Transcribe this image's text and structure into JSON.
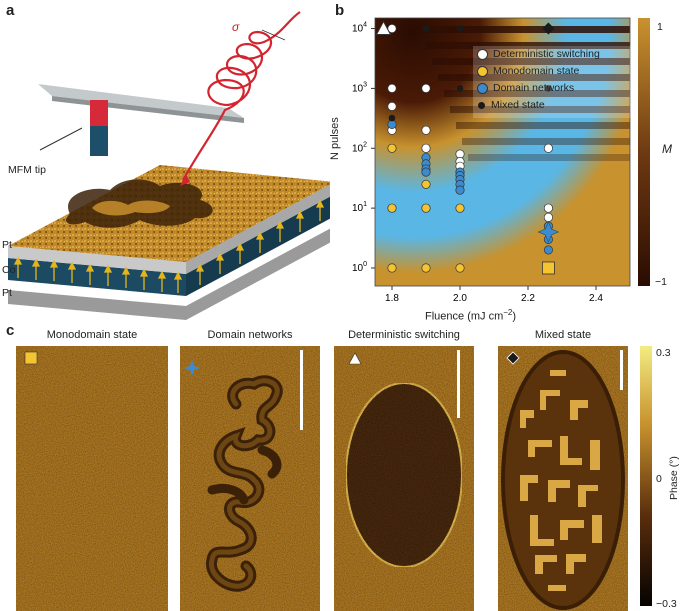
{
  "panels": {
    "a": {
      "label": "a",
      "sigma": "σ",
      "tip_label": "MFM tip",
      "layers": [
        "Pt",
        "Co",
        "Pt"
      ]
    },
    "b": {
      "label": "b",
      "xlabel": "Fluence (mJ cm",
      "xlabel_sup": "−2",
      "xlabel_end": ")",
      "ylabel": "N pulses",
      "colorbar_label": "M",
      "colorbar_ticks": [
        "1",
        "−1"
      ],
      "legend": [
        {
          "label": "Deterministic switching",
          "marker": "white-circle"
        },
        {
          "label": "Monodomain state",
          "marker": "yellow-circle"
        },
        {
          "label": "Domain networks",
          "marker": "blue-circle"
        },
        {
          "label": "Mixed state",
          "marker": "black-circle"
        }
      ]
    },
    "c": {
      "label": "c",
      "titles": [
        "Monodomain state",
        "Domain networks",
        "Deterministic switching",
        "Mixed state"
      ],
      "colorbar_label": "Phase (°)",
      "colorbar_ticks": [
        "0.3",
        "0",
        "−0.3"
      ]
    }
  },
  "chart_data": {
    "type": "scatter",
    "xlabel": "Fluence (mJ cm−2)",
    "ylabel": "N pulses",
    "y_scale": "log",
    "xlim": [
      1.75,
      2.5
    ],
    "ylim": [
      0.5,
      15000
    ],
    "xticks": [
      "1.8",
      "2.0",
      "2.2",
      "2.4"
    ],
    "yticks": [
      "10^0",
      "10^1",
      "10^2",
      "10^3",
      "10^4"
    ],
    "legend_position": "top-right",
    "colorbar": {
      "label": "M",
      "range": [
        -1,
        1
      ]
    },
    "series": [
      {
        "name": "Deterministic switching",
        "color": "#ffffff",
        "points": [
          [
            1.8,
            10000
          ],
          [
            1.8,
            1000
          ],
          [
            1.8,
            500
          ],
          [
            1.8,
            200
          ],
          [
            1.9,
            1000
          ],
          [
            1.9,
            200
          ],
          [
            1.9,
            100
          ],
          [
            2.0,
            80
          ],
          [
            2.0,
            60
          ],
          [
            2.0,
            50
          ],
          [
            2.26,
            100
          ],
          [
            2.26,
            10
          ],
          [
            2.26,
            7
          ]
        ]
      },
      {
        "name": "Monodomain state",
        "color": "#f4c531",
        "points": [
          [
            1.8,
            100
          ],
          [
            1.8,
            10
          ],
          [
            1.8,
            1
          ],
          [
            1.9,
            25
          ],
          [
            1.9,
            10
          ],
          [
            1.9,
            1
          ],
          [
            2.0,
            10
          ],
          [
            2.0,
            1
          ]
        ]
      },
      {
        "name": "Domain networks",
        "color": "#3c8bd0",
        "points": [
          [
            1.8,
            250
          ],
          [
            1.9,
            70
          ],
          [
            1.9,
            55
          ],
          [
            1.9,
            45
          ],
          [
            1.9,
            40
          ],
          [
            2.0,
            40
          ],
          [
            2.0,
            35
          ],
          [
            2.0,
            30
          ],
          [
            2.0,
            25
          ],
          [
            2.0,
            20
          ],
          [
            2.26,
            5
          ],
          [
            2.26,
            4
          ],
          [
            2.26,
            3
          ],
          [
            2.26,
            2
          ]
        ]
      },
      {
        "name": "Mixed state",
        "color": "#1a1a1a",
        "points": [
          [
            1.9,
            10000
          ],
          [
            2.0,
            10000
          ],
          [
            1.8,
            320
          ],
          [
            2.0,
            1000
          ],
          [
            2.26,
            1000
          ]
        ]
      }
    ],
    "special_markers": [
      {
        "shape": "triangle",
        "x": 1.775,
        "y": 10000
      },
      {
        "shape": "diamond",
        "x": 2.26,
        "y": 10000
      },
      {
        "shape": "square",
        "x": 2.26,
        "y": 1
      },
      {
        "shape": "star",
        "x": 2.26,
        "y": 4
      }
    ]
  },
  "colors": {
    "gold": "#c8922e",
    "brown": "#3a1205",
    "blue": "#5ab6e4",
    "yellow_phase": "#f3ec82",
    "co_layer": "#1c4a63",
    "arrow": "#e5b51d"
  }
}
